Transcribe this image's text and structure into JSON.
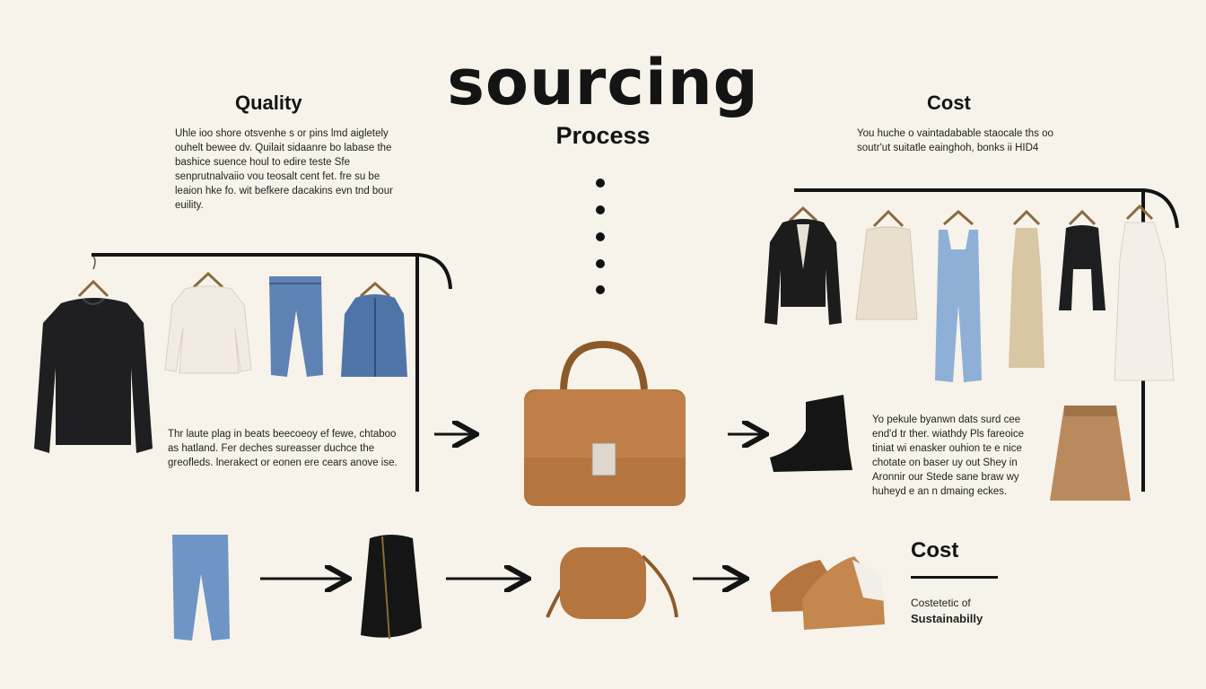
{
  "title": "sourcing",
  "subtitle": "Process",
  "quality": {
    "heading": "Quality",
    "text": "Uhle ioo shore otsvenhe s or pins lmd aigletely ouhelt bewee dv. Quilait sidaanre bo labase the bashice suence houl to edire teste Sfe senprutnalvaiio vou teosalt cent fet. fre su be leaion hke fo. wit befkere dacakins evn tnd bour euility."
  },
  "cost_top": {
    "heading": "Cost",
    "text": "You huche o vaintadabable staocale ths oo soutr'ut suitatle eainghoh, bonks ii HID4"
  },
  "left_note": "Thr laute plag in beats beecoeoy ef fewe, chtaboo as hatland. Fer deches sureasser duchce the greofleds. lnerakect or eonen ere cears anove ise.",
  "right_note": "Yo pekule byanwn dats surd cee end'd tr ther. wiathdy Pls fareoice tiniat wi enasker ouhion te e nice chotate on baser uy out Shey in Aronnir our Stede sane braw wy huheyd e an n dmaing eckes.",
  "cost_bottom": {
    "heading": "Cost",
    "line1": "Costetetic of",
    "line2": "Sustainabilly"
  },
  "icons": {
    "left_rack": [
      "black-sweater-icon",
      "white-blouse-icon",
      "blue-jeans-icon",
      "denim-jacket-icon"
    ],
    "right_rack": [
      "leather-jacket-icon",
      "beige-top-icon",
      "denim-overalls-icon",
      "beige-dress-icon",
      "black-top-icon",
      "white-vest-icon"
    ],
    "center": "brown-satchel-icon",
    "boot": "black-boot-icon",
    "skirt": "tan-skirt-icon",
    "bottom_row": [
      "jeans-icon",
      "black-backpack-icon",
      "brown-crossbody-bag-icon",
      "tan-sneakers-icon"
    ]
  },
  "colors": {
    "background": "#f7f3ea",
    "ink": "#141414",
    "leather": "#b5753f",
    "denim": "#7f9fc6",
    "cream": "#efe7d8"
  }
}
